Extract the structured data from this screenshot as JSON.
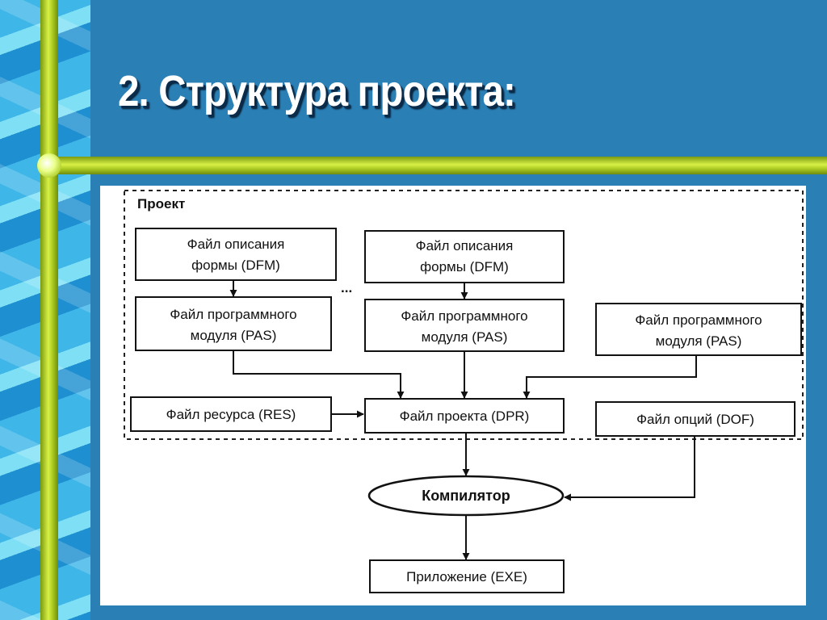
{
  "slide": {
    "title": "2. Структура проекта:"
  },
  "diagram": {
    "group_label": "Проект",
    "ellipsis": "...",
    "dfm_left": [
      "Файл описания",
      "формы (DFM)"
    ],
    "dfm_right": [
      "Файл описания",
      "формы (DFM)"
    ],
    "pas_left": [
      "Файл программного",
      "модуля (PAS)"
    ],
    "pas_middle": [
      "Файл программного",
      "модуля (PAS)"
    ],
    "pas_right": [
      "Файл программного",
      "модуля (PAS)"
    ],
    "res": "Файл ресурса (RES)",
    "dpr": "Файл проекта (DPR)",
    "dof": "Файл опций (DOF)",
    "compiler": "Компилятор",
    "exe": "Приложение (EXE)"
  }
}
